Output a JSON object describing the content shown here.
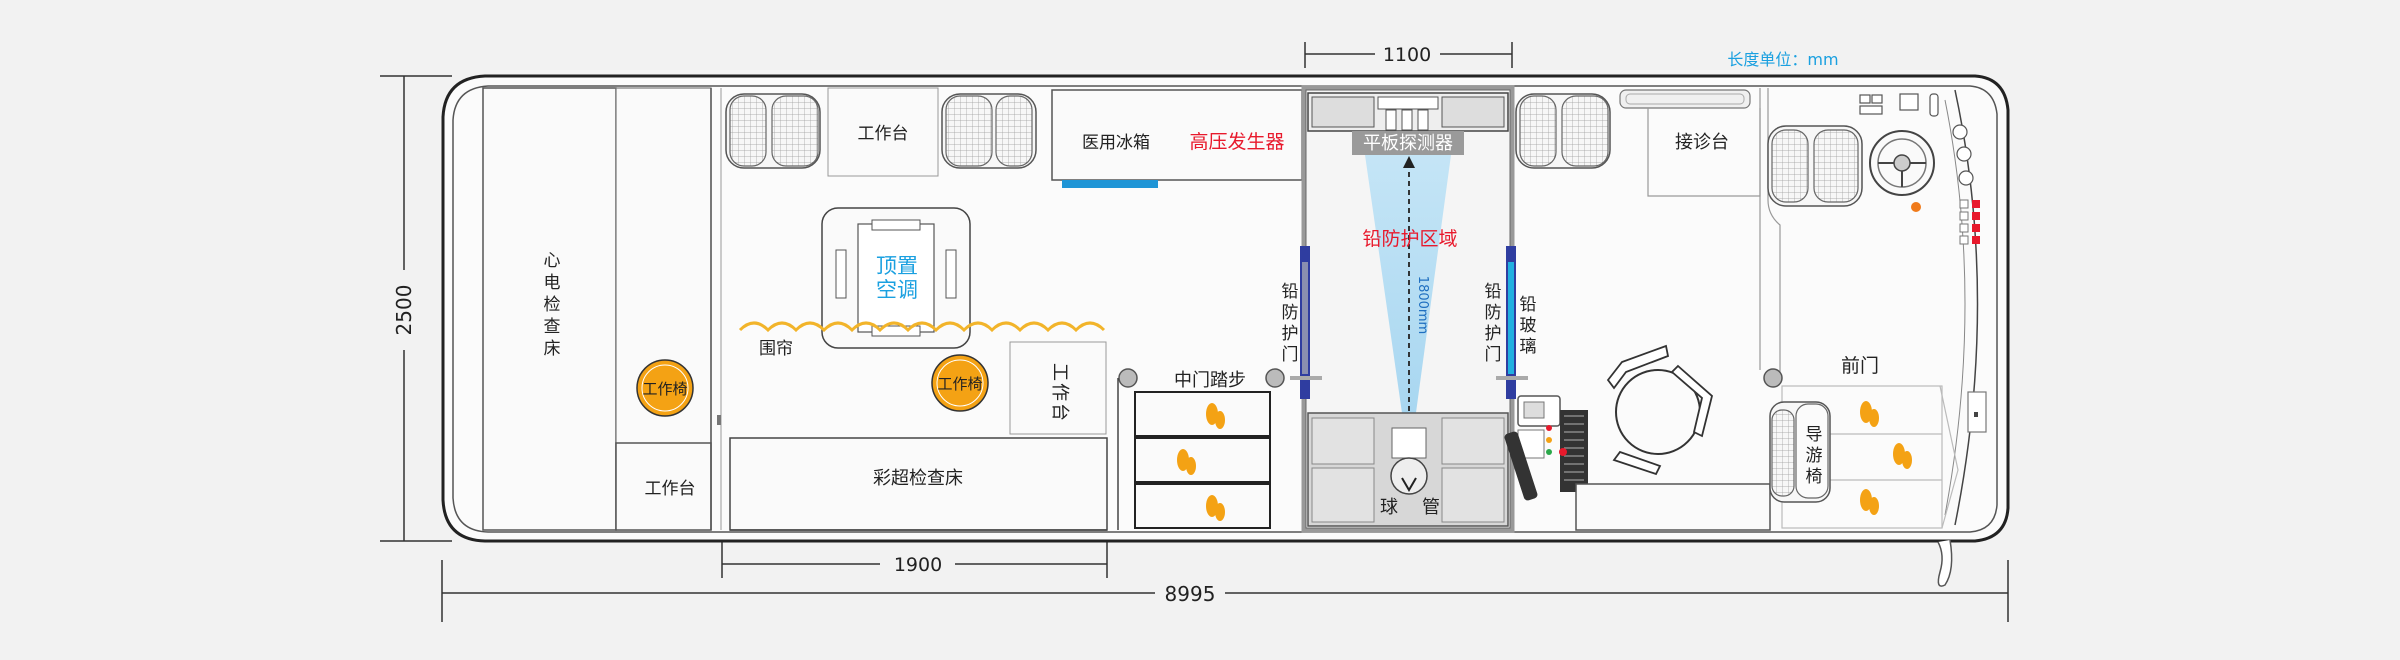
{
  "units_note": "长度单位：mm",
  "dimensions": {
    "top_width": "1100",
    "height": "2500",
    "bed_width": "1900",
    "total_length": "8995",
    "lead_zone_height": "1800mm"
  },
  "labels": {
    "ecg_bed": [
      "心",
      "电",
      "检",
      "查",
      "床"
    ],
    "workbench_left": "工作台",
    "workbench_top": "工作台",
    "workbench_side": [
      "工",
      "作",
      "台"
    ],
    "work_chair_1": "工作椅",
    "work_chair_2": "工作椅",
    "ac_line1": "顶置",
    "ac_line2": "空调",
    "curtain": "围帘",
    "ultrasound_bed": "彩超检查床",
    "fridge": "医用冰箱",
    "hv_generator": "高压发生器",
    "flat_detector": "平板探测器",
    "lead_zone": "铅防护区域",
    "lead_door_left": [
      "铅",
      "防",
      "护",
      "门"
    ],
    "lead_door_right": [
      "铅",
      "防",
      "护",
      "门"
    ],
    "lead_glass": [
      "铅",
      "玻",
      "璃"
    ],
    "middle_step": "中门踏步",
    "tube_left": "球",
    "tube_right": "管",
    "reception": "接诊台",
    "front_door": "前门",
    "guide_seat": [
      "导",
      "游",
      "椅"
    ]
  },
  "colors": {
    "outline": "#333333",
    "red_label": "#e8192c",
    "blue_label": "#1aa0e0",
    "lead_door": "#2f3da0",
    "lead_glass": "#21b0e0",
    "chair": "#f4a214",
    "fridge_bar": "#1f95d6"
  }
}
